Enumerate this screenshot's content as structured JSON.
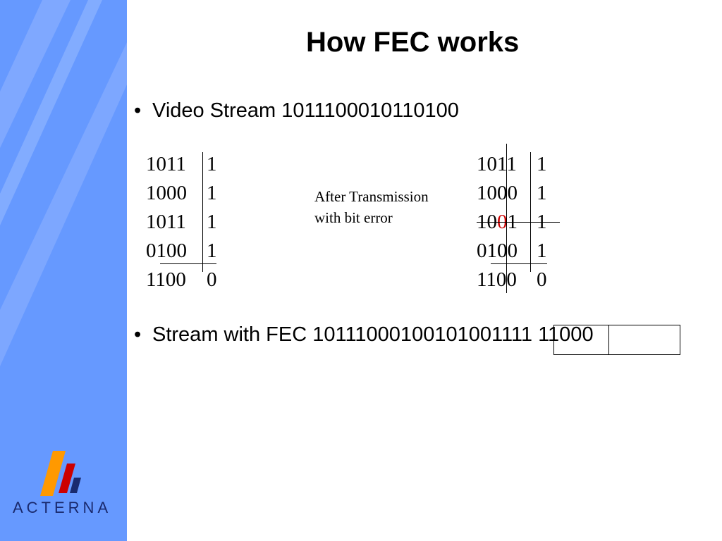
{
  "slide": {
    "title": "How FEC works",
    "bullets": [
      "Video Stream 1011100010110100",
      "Stream with FEC 10111000100101001111 11000"
    ],
    "bullet_mark": "•"
  },
  "original_grid": {
    "rows": [
      {
        "data": "1011",
        "parity": "1"
      },
      {
        "data": "1000",
        "parity": "1"
      },
      {
        "data": "1011",
        "parity": "1"
      },
      {
        "data": "0100",
        "parity": "1"
      },
      {
        "data": "1100",
        "parity": "0"
      }
    ]
  },
  "received_grid": {
    "rows": [
      {
        "data_before": "1011",
        "data_error": "",
        "data_after": "",
        "parity": "1"
      },
      {
        "data_before": "1000",
        "data_error": "",
        "data_after": "",
        "parity": "1"
      },
      {
        "data_before": "10",
        "data_error": "0",
        "data_after": "1",
        "parity": "1"
      },
      {
        "data_before": "0100",
        "data_error": "",
        "data_after": "",
        "parity": "1"
      },
      {
        "data_before": "1100",
        "data_error": "",
        "data_after": "",
        "parity": "0"
      }
    ]
  },
  "transmission_note": {
    "line1": "After Transmission",
    "line2": "with bit error"
  },
  "branding": {
    "name": "ACTERNA"
  },
  "colors": {
    "sidebar": "#6699ff",
    "error_bit": "#cc0000",
    "logo_orange": "#ff9900",
    "logo_red": "#cc0000",
    "logo_navy": "#1a2a6e"
  }
}
